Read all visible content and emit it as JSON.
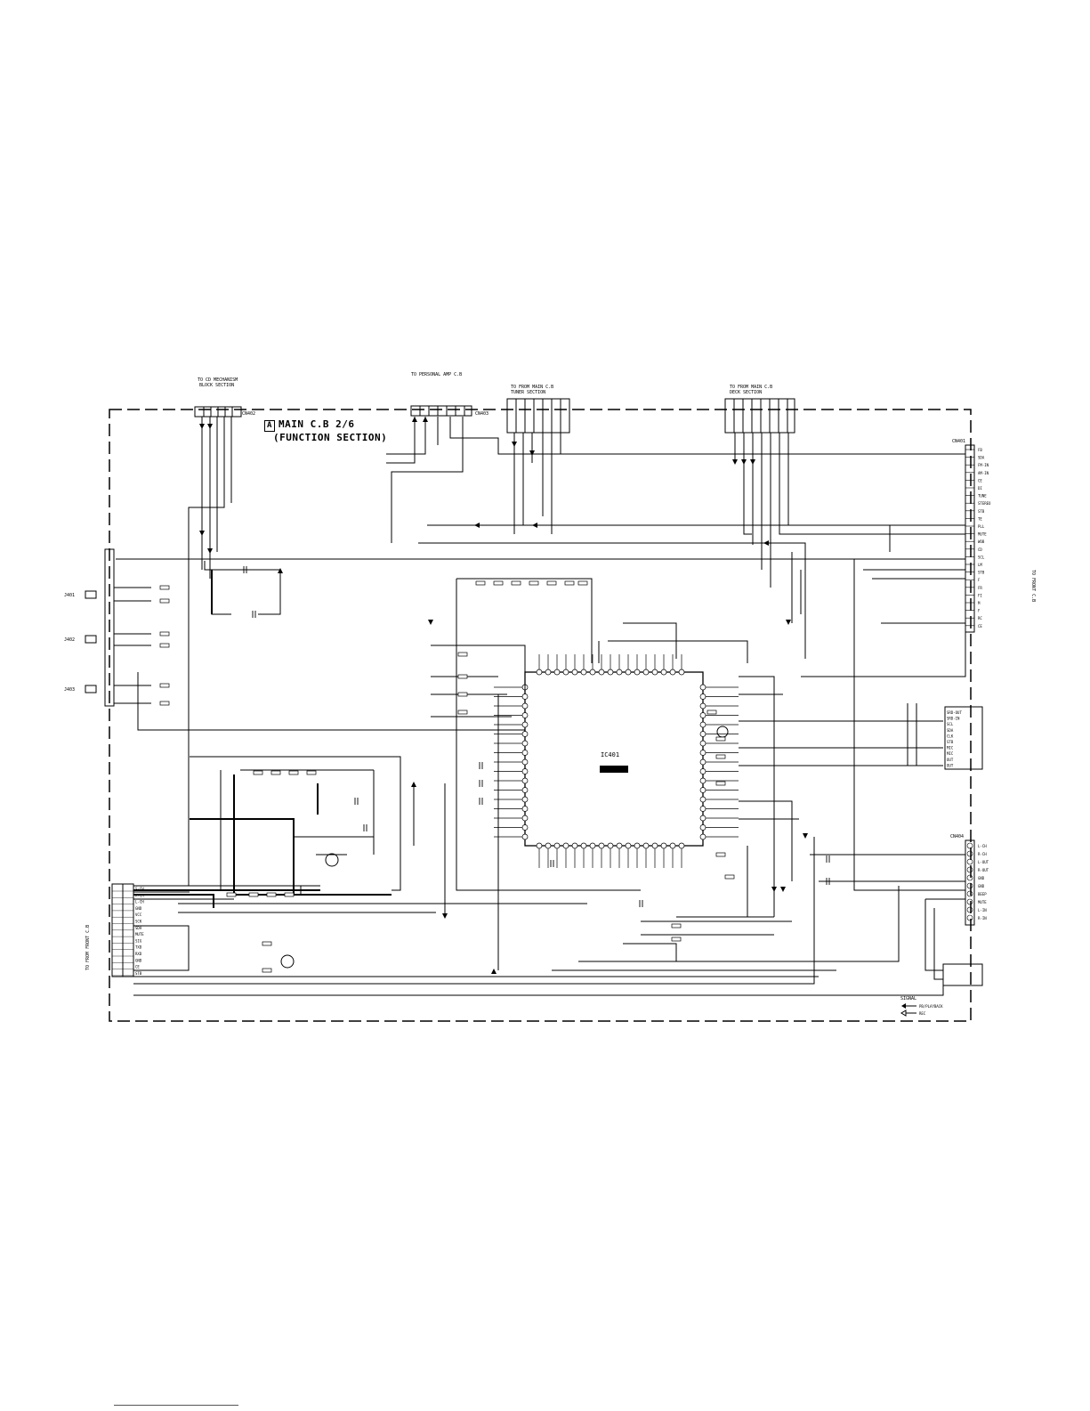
{
  "title": {
    "badge": "A",
    "line1": "MAIN C.B 2/6",
    "line2": "(FUNCTION SECTION)"
  },
  "ic": {
    "ref": "IC401"
  },
  "connectors": {
    "top1": "CN402",
    "top2": "CN403",
    "right": "CN401",
    "right_lower": "CN404"
  },
  "jacks": [
    "J401",
    "J402",
    "J403"
  ],
  "right_connector_pins": [
    "FB",
    "SDA",
    "FM-IN",
    "AM-IN",
    "CE",
    "DI",
    "TUNE",
    "STEREO",
    "STB",
    "TE",
    "PLL",
    "MUTE",
    "WOB",
    "CD",
    "SCL",
    "LM",
    "STB",
    "F",
    "FR",
    "FI",
    "M",
    "F",
    "RC",
    "CE"
  ],
  "right_lower_pins": [
    "SRD-OUT",
    "SRD-IN",
    "SCL",
    "SDA",
    "CLK",
    "STB",
    "MIC",
    "MIC",
    "OUT",
    "OUT"
  ],
  "bottom_right_pins": [
    "L-CH",
    "R-CH",
    "L-OUT",
    "R-OUT",
    "GND",
    "GND",
    "BEEP",
    "MUTE",
    "L-IN",
    "R-IN"
  ],
  "bottom_left_pins": [
    "S-CH",
    "R-CH",
    "L-CH",
    "GND",
    "VCC",
    "SCK",
    "SDA",
    "MUTE",
    "SIG",
    "TXD",
    "RXD",
    "GND",
    "CE",
    "STB"
  ],
  "signal_legend": {
    "title": "SIGNAL",
    "item1": "PB/PLAYBACK",
    "item2": "REC"
  }
}
